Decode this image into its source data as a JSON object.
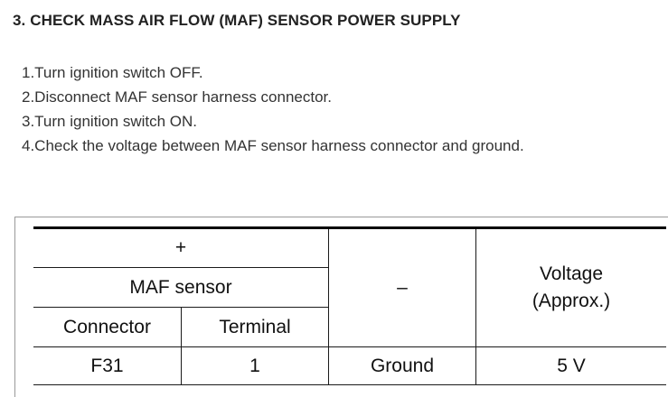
{
  "heading": "3. CHECK MASS AIR FLOW (MAF) SENSOR POWER SUPPLY",
  "steps": [
    "1.Turn ignition switch OFF.",
    "2.Disconnect MAF sensor harness connector.",
    "3.Turn ignition switch ON.",
    "4.Check the voltage between MAF sensor harness connector and ground."
  ],
  "table": {
    "plus_header": "+",
    "sensor_header": "MAF sensor",
    "minus_header": "–",
    "voltage_header_line1": "Voltage",
    "voltage_header_line2": "(Approx.)",
    "connector_header": "Connector",
    "terminal_header": "Terminal",
    "row": {
      "connector": "F31",
      "terminal": "1",
      "ground": "Ground",
      "voltage": "5 V"
    }
  }
}
